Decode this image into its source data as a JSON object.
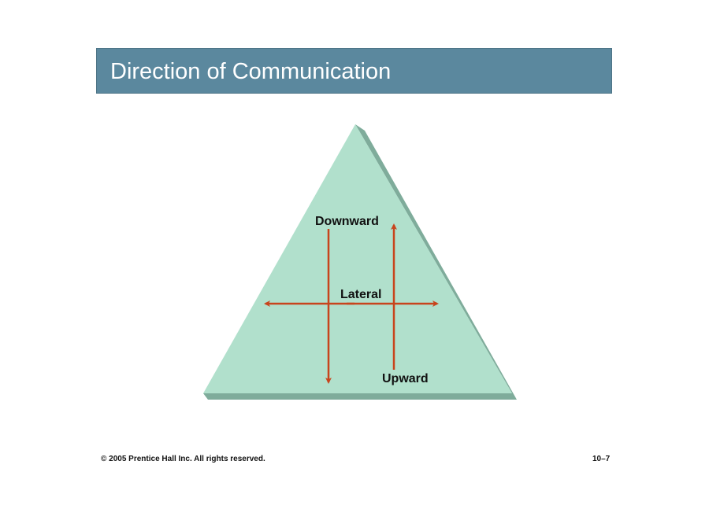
{
  "title": "Direction of Communication",
  "diagram": {
    "labels": {
      "downward": "Downward",
      "lateral": "Lateral",
      "upward": "Upward"
    },
    "colors": {
      "triangle": "#b1e0cc",
      "shadow": "#7fac9b",
      "arrow": "#c8441c",
      "title_bar": "#5b889e"
    }
  },
  "footer": {
    "copyright": "© 2005 Prentice Hall Inc. All rights reserved.",
    "page": "10–7"
  }
}
